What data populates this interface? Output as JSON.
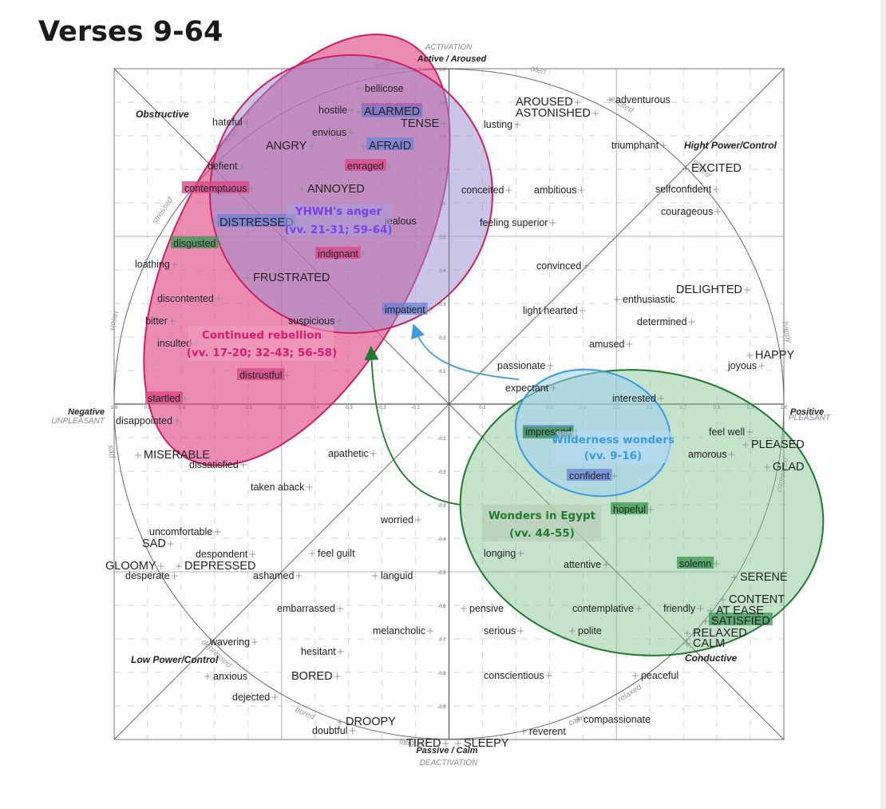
{
  "title": "Verses 9-64",
  "axes": {
    "activation": "ACTIVATION",
    "active": "Active / Aroused",
    "passive": "Passive / Calm",
    "deactivation": "DEACTIVATION",
    "negative": "Negative",
    "unpleasant": "UNPLEASANT",
    "positive": "Positive",
    "pleasant": "PLEASANT"
  },
  "corners": {
    "obstructive": "Obstructive",
    "high_power": "Hight Power/Control",
    "low_power": "Low Power/Control",
    "conductive": "Conductive"
  },
  "ticks": {
    "x_neg": [
      "1.0",
      "0.9",
      "-0.8",
      "-0.7",
      "-0.6",
      "-0.5",
      "-0.4",
      "-0.3",
      "-0.2",
      "-0.1"
    ],
    "x_pos": [
      "0.1",
      "0.2",
      "0.3",
      "0.4",
      "0.5",
      "0.6",
      "0.7",
      "0.8",
      "0.9",
      "1.0"
    ],
    "y_pos": [
      "1.0",
      "0.9",
      "0.8",
      "0.7",
      "0.6",
      "0.5",
      "0.4",
      "0.3",
      "0.2",
      "0.1"
    ],
    "y_neg": [
      "-0.1",
      "-0.2",
      "-0.3",
      "-0.4",
      "-0.5",
      "-0.6",
      "0.7",
      "-0.8",
      "-0.9"
    ]
  },
  "rim_labels": [
    "alert",
    "excited",
    "elated",
    "happy",
    "contented",
    "serene",
    "relaxed",
    "calm",
    "fatigued",
    "bored",
    "depressed",
    "sad",
    "upset",
    "stressed",
    "nervous",
    "tense"
  ],
  "emotions": [
    {
      "text": "bellicose",
      "side": "L"
    },
    {
      "text": "hostile",
      "side": "R"
    },
    {
      "text": "ALARMED",
      "side": "L"
    },
    {
      "text": "TENSE",
      "side": "R"
    },
    {
      "text": "hateful",
      "side": "R"
    },
    {
      "text": "envious",
      "side": "R"
    },
    {
      "text": "ANGRY",
      "side": "R"
    },
    {
      "text": "AFRAID",
      "side": "L"
    },
    {
      "text": "defient",
      "side": "R"
    },
    {
      "text": "enraged",
      "side": "R"
    },
    {
      "text": "contemptuous",
      "side": "R"
    },
    {
      "text": "ANNOYED",
      "side": "L"
    },
    {
      "text": "DISTRESSED",
      "side": "L"
    },
    {
      "text": "jealous",
      "side": "L"
    },
    {
      "text": "disgusted",
      "side": "R"
    },
    {
      "text": "loathing",
      "side": "R"
    },
    {
      "text": "indignant",
      "side": "R"
    },
    {
      "text": "FRUSTRATED",
      "side": "L"
    },
    {
      "text": "discontented",
      "side": "R"
    },
    {
      "text": "bitter",
      "side": "R"
    },
    {
      "text": "suspicious",
      "side": "R"
    },
    {
      "text": "impatient",
      "side": "R"
    },
    {
      "text": "insulted",
      "side": "R"
    },
    {
      "text": "distrustful",
      "side": "R"
    },
    {
      "text": "startled",
      "side": "R"
    },
    {
      "text": "disappointed",
      "side": "R"
    },
    {
      "text": "MISERABLE",
      "side": "L"
    },
    {
      "text": "dissatisfied",
      "side": "R"
    },
    {
      "text": "apathetic",
      "side": "R"
    },
    {
      "text": "taken aback",
      "side": "R"
    },
    {
      "text": "worried",
      "side": "R"
    },
    {
      "text": "uncomfortable",
      "side": "R"
    },
    {
      "text": "SAD",
      "side": "R"
    },
    {
      "text": "despondent",
      "side": "R"
    },
    {
      "text": "feel guilt",
      "side": "L"
    },
    {
      "text": "GLOOMY",
      "side": "R"
    },
    {
      "text": "DEPRESSED",
      "side": "L"
    },
    {
      "text": "desperate",
      "side": "R"
    },
    {
      "text": "ashamed",
      "side": "R"
    },
    {
      "text": "languid",
      "side": "L"
    },
    {
      "text": "embarrassed",
      "side": "R"
    },
    {
      "text": "melancholic",
      "side": "R"
    },
    {
      "text": "wavering",
      "side": "R"
    },
    {
      "text": "hesitant",
      "side": "R"
    },
    {
      "text": "anxious",
      "side": "L"
    },
    {
      "text": "BORED",
      "side": "R"
    },
    {
      "text": "dejected",
      "side": "R"
    },
    {
      "text": "DROOPY",
      "side": "L"
    },
    {
      "text": "doubtful",
      "side": "R"
    },
    {
      "text": "TIRED",
      "side": "R"
    },
    {
      "text": "SLEEPY",
      "side": "L"
    },
    {
      "text": "AROUSED",
      "side": "R"
    },
    {
      "text": "ASTONISHED",
      "side": "R"
    },
    {
      "text": "adventurous",
      "side": "L"
    },
    {
      "text": "lusting",
      "side": "R"
    },
    {
      "text": "triumphant",
      "side": "R"
    },
    {
      "text": "EXCITED",
      "side": "L"
    },
    {
      "text": "conceited",
      "side": "R"
    },
    {
      "text": "ambitious",
      "side": "R"
    },
    {
      "text": "selfconfident",
      "side": "R"
    },
    {
      "text": "courageous",
      "side": "R"
    },
    {
      "text": "feeling superior",
      "side": "R"
    },
    {
      "text": "convinced",
      "side": "R"
    },
    {
      "text": "DELIGHTED",
      "side": "R"
    },
    {
      "text": "enthusiastic",
      "side": "L"
    },
    {
      "text": "light hearted",
      "side": "R"
    },
    {
      "text": "determined",
      "side": "R"
    },
    {
      "text": "amused",
      "side": "R"
    },
    {
      "text": "HAPPY",
      "side": "L"
    },
    {
      "text": "passionate",
      "side": "R"
    },
    {
      "text": "joyous",
      "side": "R"
    },
    {
      "text": "expectant",
      "side": "R"
    },
    {
      "text": "interested",
      "side": "R"
    },
    {
      "text": "impressed",
      "side": "R"
    },
    {
      "text": "feel well",
      "side": "R"
    },
    {
      "text": "PLEASED",
      "side": "L"
    },
    {
      "text": "amorous",
      "side": "R"
    },
    {
      "text": "confident",
      "side": "R"
    },
    {
      "text": "GLAD",
      "side": "L"
    },
    {
      "text": "hopeful",
      "side": "R"
    },
    {
      "text": "longing",
      "side": "R"
    },
    {
      "text": "attentive",
      "side": "R"
    },
    {
      "text": "solemn",
      "side": "R"
    },
    {
      "text": "SERENE",
      "side": "L"
    },
    {
      "text": "pensive",
      "side": "L"
    },
    {
      "text": "contemplative",
      "side": "R"
    },
    {
      "text": "friendly",
      "side": "R"
    },
    {
      "text": "CONTENT",
      "side": "L"
    },
    {
      "text": "AT EASE",
      "side": "L"
    },
    {
      "text": "SATISFIED",
      "side": "L"
    },
    {
      "text": "serious",
      "side": "R"
    },
    {
      "text": "polite",
      "side": "L"
    },
    {
      "text": "RELAXED",
      "side": "L"
    },
    {
      "text": "CALM",
      "side": "L"
    },
    {
      "text": "conscientious",
      "side": "R"
    },
    {
      "text": "peaceful",
      "side": "L"
    },
    {
      "text": "compassionate",
      "side": "L"
    },
    {
      "text": "reverent",
      "side": "L"
    }
  ],
  "highlights": {
    "pink": [
      "ALARMED",
      "enraged",
      "contemptuous",
      "indignant",
      "distrustful",
      "startled"
    ],
    "blue": [
      "ALARMED",
      "AFRAID",
      "DISTRESSED",
      "impatient",
      "impressed",
      "confident"
    ],
    "green": [
      "disgusted",
      "impressed",
      "hopeful",
      "solemn",
      "SATISFIED"
    ]
  },
  "groups": [
    {
      "line1": "YHWH's anger",
      "line2": "(vv. 21-31; 59-64)",
      "color": "#7b3fe4"
    },
    {
      "line1": "Continued rebellion",
      "line2": "(vv. 17-20; 32-43; 56-58)",
      "color": "#d81b72"
    },
    {
      "line1": "Wilderness wonders",
      "line2": "(vv. 9-16)",
      "color": "#3a9be0"
    },
    {
      "line1": "Wonders in Egypt",
      "line2": "(vv. 44-55)",
      "color": "#1e7a2e"
    }
  ],
  "colors": {
    "pink_fill": "#e0457f",
    "pink_stroke": "#cc1f63",
    "purple_fill": "#9a8ed0",
    "purple_stroke": "#cc1f63",
    "blue_fill": "#9fd0f2",
    "blue_stroke": "#3a9be0",
    "green_fill": "#7fc08a",
    "green_stroke": "#1e7a2e"
  }
}
